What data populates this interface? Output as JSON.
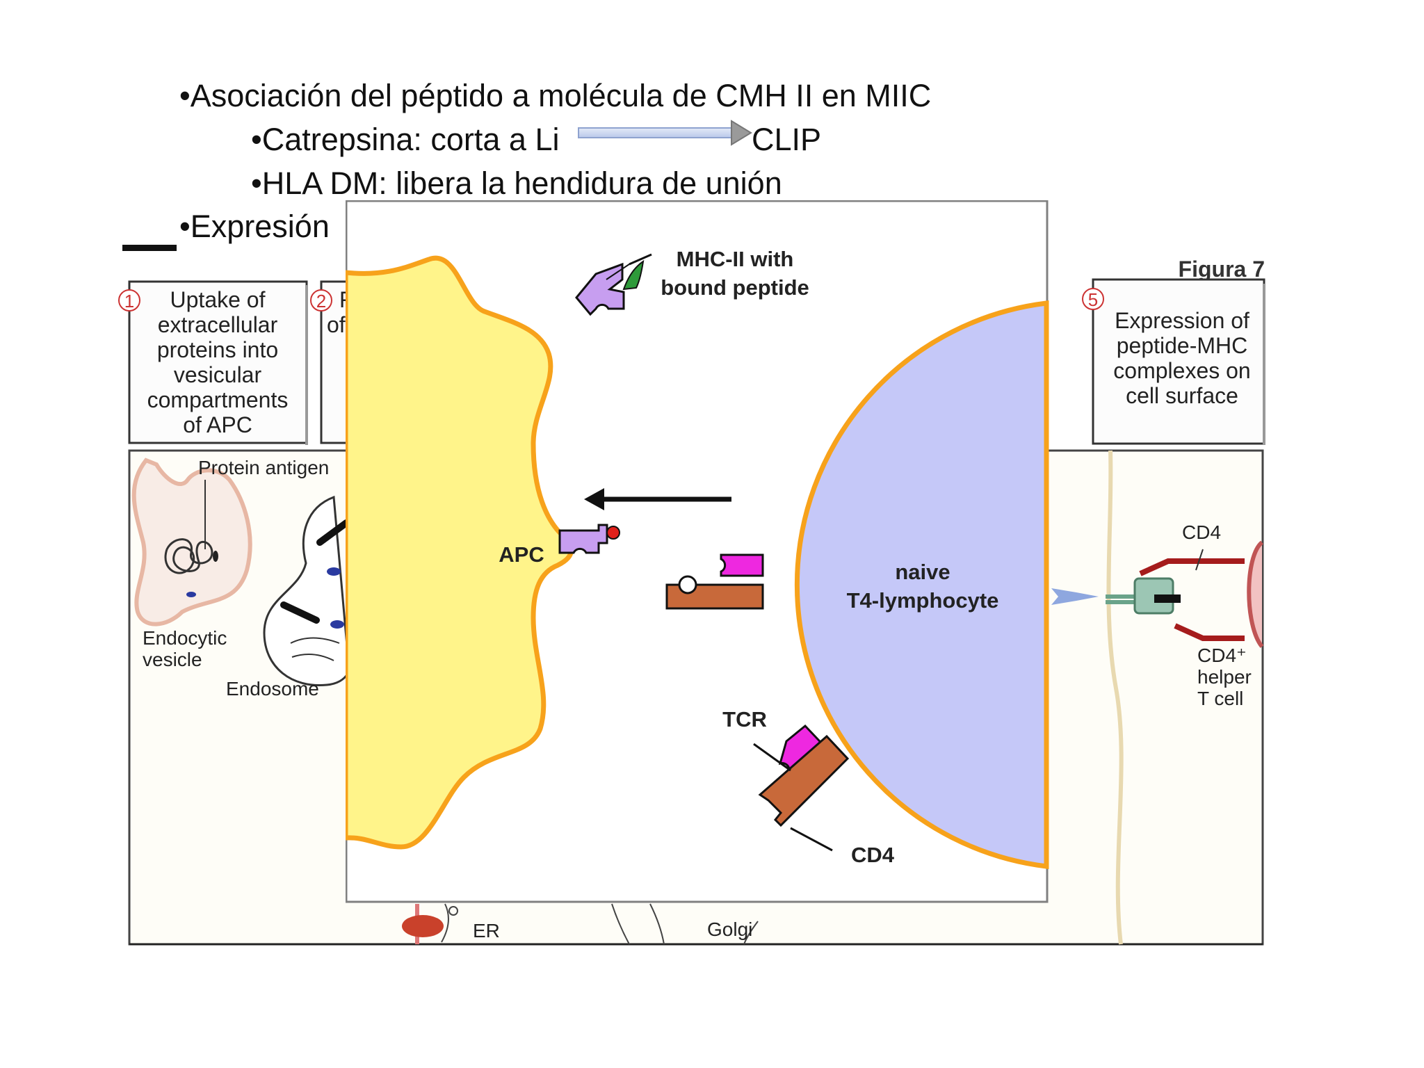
{
  "slide": {
    "bullets": [
      "•Asociación del péptido a molécula de CMH II en MIIC",
      "•Catrepsina: corta a Li",
      "•HLA DM: libera la hendidura de unión",
      "•Expresión"
    ],
    "arrow_target": "CLIP"
  },
  "background_figure": {
    "title": "Figura 7",
    "step1_number": "1",
    "step1_lines": [
      "Uptake of",
      "extracellular",
      "proteins into",
      "vesicular",
      "compartments",
      "of APC"
    ],
    "step2_number": "2",
    "step2_partial": [
      "F",
      "of"
    ],
    "step5_number": "5",
    "step5_lines": [
      "Expression of",
      "peptide-MHC",
      "complexes on",
      "cell surface"
    ],
    "protein_antigen": "Protein antigen",
    "endocytic_vesicle": [
      "Endocytic",
      "vesicle"
    ],
    "endosome": "Endosome",
    "er": "ER",
    "golgi": "Golgi",
    "cd4": "CD4",
    "cd4_helper": [
      "CD4⁺",
      "helper",
      "T cell"
    ]
  },
  "inset_figure": {
    "mhc_label": [
      "MHC-II with",
      "bound peptide"
    ],
    "apc": "APC",
    "t_cell": [
      "naive",
      "T4-lymphocyte"
    ],
    "tcr": "TCR",
    "cd4": "CD4"
  },
  "colors": {
    "apc_fill": "#fff48a",
    "apc_outline": "#f7a21b",
    "tcell_fill": "#c5c8f8",
    "mhc": "#c79ef0",
    "tcr": "#ee28e0",
    "cd4_receptor": "#c8693a",
    "peptide_red": "#e0201a",
    "peptide_green": "#2e9a3a",
    "bg_cd4": "#a51c1c",
    "bg_mhc": "#6aa38a"
  }
}
